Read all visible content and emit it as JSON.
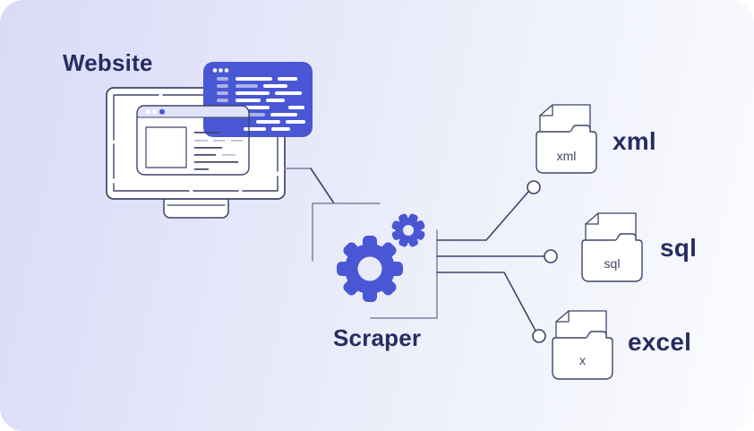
{
  "diagram": {
    "source": {
      "label": "Website"
    },
    "processor": {
      "label": "Scraper"
    },
    "outputs": [
      {
        "label": "xml",
        "badge": "xml"
      },
      {
        "label": "sql",
        "badge": "sql"
      },
      {
        "label": "excel",
        "badge": "x"
      }
    ],
    "colors": {
      "background_start": "#d9daf7",
      "background_mid": "#eceefa",
      "background_end": "#fbfcfe",
      "accent": "#4a57d4",
      "outline": "#3e4469",
      "label_text": "#272d63",
      "connector_gray": "#8b90ab",
      "pill_light": "#aab3ea",
      "titlebar": "#dfe2f8",
      "line_gray": "#b7bdd7",
      "gear_hole": "#e9ebf8"
    }
  }
}
